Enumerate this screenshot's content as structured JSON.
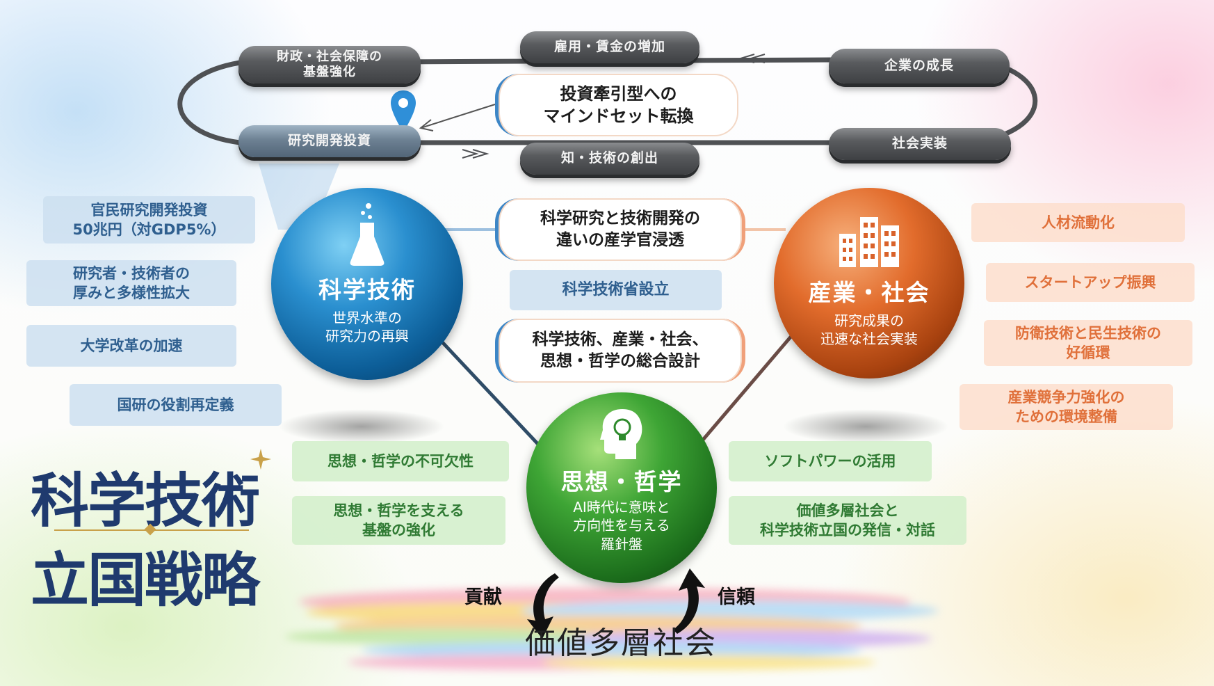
{
  "cycle": {
    "employment": "雇用・賃金の増加",
    "fiscal": "財政・社会保障の\n基盤強化",
    "company": "企業の成長",
    "rnd": "研究開発投資",
    "knowledge": "知・技術の創出",
    "implementation": "社会実装",
    "mindset": "投資牽引型への\nマインドセット転換"
  },
  "center": {
    "permeation": "科学研究と技術開発の\n違いの産学官浸透",
    "ministry": "科学技術省設立",
    "design": "科学技術、産業・社会、\n思想・哲学の総合設計"
  },
  "spheres": {
    "science": {
      "title": "科学技術",
      "sub": "世界水準の\n研究力の再興",
      "icon": "flask-icon"
    },
    "industry": {
      "title": "産業・社会",
      "sub": "研究成果の\n迅速な社会実装",
      "icon": "buildings-icon"
    },
    "philosophy": {
      "title": "思想・哲学",
      "sub": "AI時代に意味と\n方向性を与える\n羅針盤",
      "icon": "lightbulb-head-icon"
    }
  },
  "left_items": [
    "官民研究開発投資\n50兆円（対GDP5%）",
    "研究者・技術者の\n厚みと多様性拡大",
    "大学改革の加速",
    "国研の役割再定義"
  ],
  "right_items": [
    "人材流動化",
    "スタートアップ振興",
    "防衛技術と民生技術の\n好循環",
    "産業競争力強化の\nための環境整備"
  ],
  "bottom_left_items": [
    "思想・哲学の不可欠性",
    "思想・哲学を支える\n基盤の強化"
  ],
  "bottom_right_items": [
    "ソフトパワーの活用",
    "価値多層社会と\n科学技術立国の発信・対話"
  ],
  "bottom": {
    "contribution": "貢献",
    "trust": "信頼",
    "society": "価値多層社会"
  },
  "logo": {
    "line1": "科学技術",
    "line2": "立国戦略"
  },
  "colors": {
    "science": "#1a78b8",
    "industry": "#d9622a",
    "philosophy": "#2e8a2c",
    "navy": "#1f3a6e"
  }
}
